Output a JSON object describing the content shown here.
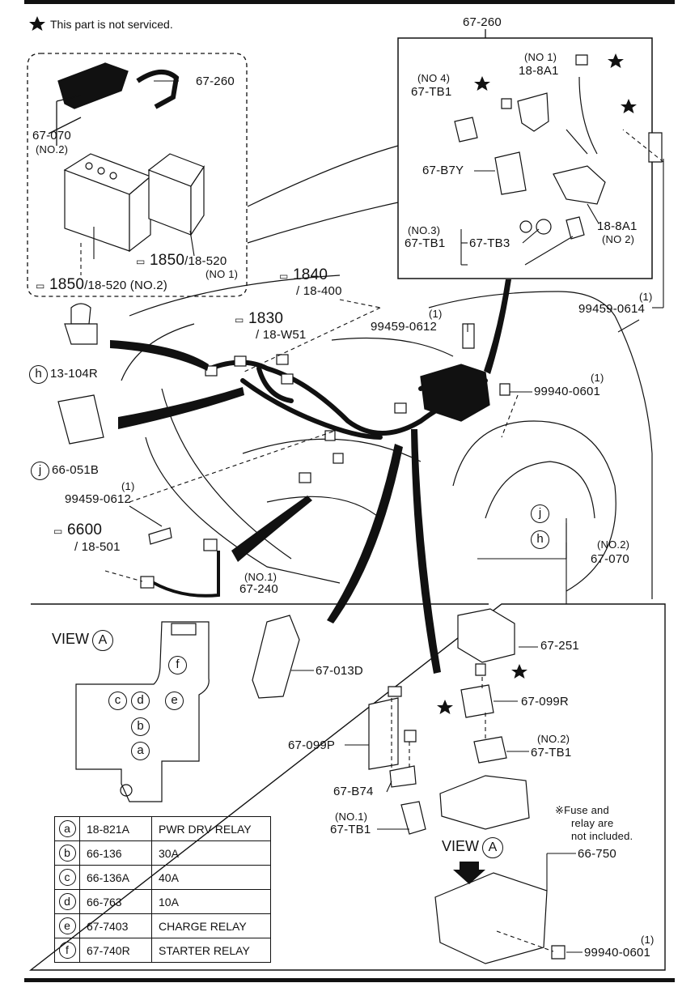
{
  "header_note": "This part is not serviced.",
  "labels": {
    "ref_67_260_top": "67-260",
    "ref_67_260_inset": "67-260",
    "ref_67_070_no2_inset": "67-070",
    "no2_a": "(NO.2)",
    "r1850a": "1850",
    "r1850a_sub": "/18-520",
    "no1_a": "(NO 1)",
    "r1850b": "1850",
    "r1850b_sub": "/18-520 (NO.2)",
    "r1840": "1840",
    "r1840_sub": "/ 18-400",
    "r1830": "1830",
    "r1830_sub": "/ 18-W51",
    "no4": "(NO 4)",
    "tb1_no4": "67-TB1",
    "no1_b": "(NO 1)",
    "r18_8a1_a": "18-8A1",
    "b7y": "67-B7Y",
    "no3": "(NO.3)",
    "tb1_no3": "67-TB1",
    "tb3": "67-TB3",
    "r18_8a1_b": "18-8A1",
    "no2_b": "(NO 2)",
    "q1_a": "(1)",
    "p99459_0614": "99459-0614",
    "q1_b": "(1)",
    "p99459_0612_a": "99459-0612",
    "q1_c": "(1)",
    "p99940_0601_a": "99940-0601",
    "h_part": "13-104R",
    "j_part": "66-051B",
    "q1_d": "(1)",
    "p99459_0612_b": "99459-0612",
    "r6600": "6600",
    "r6600_sub": "/ 18-501",
    "no1_c": "(NO.1)",
    "r67_240": "67-240",
    "no2_c": "(NO.2)",
    "r67_070": "67-070",
    "view_a": "VIEW",
    "r67_251": "67-251",
    "r67_013d": "67-013D",
    "r67_099r": "67-099R",
    "r67_099p": "67-099P",
    "no2_d": "(NO.2)",
    "tb1_no2": "67-TB1",
    "r67_b74": "67-B74",
    "no1_d": "(NO.1)",
    "tb1_no1": "67-TB1",
    "fuse_note_1": "※Fuse and",
    "fuse_note_2": "relay are",
    "fuse_note_3": "not included.",
    "view_a2": "VIEW",
    "r66_750": "66-750",
    "q1_e": "(1)",
    "p99940_0601_b": "99940-0601"
  },
  "callouts": {
    "h": "h",
    "j": "j",
    "A": "A",
    "a": "a",
    "b": "b",
    "c": "c",
    "d": "d",
    "e": "e",
    "f": "f"
  },
  "legend": [
    {
      "key": "a",
      "part": "18-821A",
      "desc": "PWR DRV RELAY"
    },
    {
      "key": "b",
      "part": "66-136",
      "desc": "30A"
    },
    {
      "key": "c",
      "part": "66-136A",
      "desc": "40A"
    },
    {
      "key": "d",
      "part": "66-763",
      "desc": "10A"
    },
    {
      "key": "e",
      "part": "67-7403",
      "desc": "CHARGE RELAY"
    },
    {
      "key": "f",
      "part": "67-740R",
      "desc": "STARTER RELAY"
    }
  ],
  "icons": [
    "star-icon",
    "book-ref-icon"
  ]
}
